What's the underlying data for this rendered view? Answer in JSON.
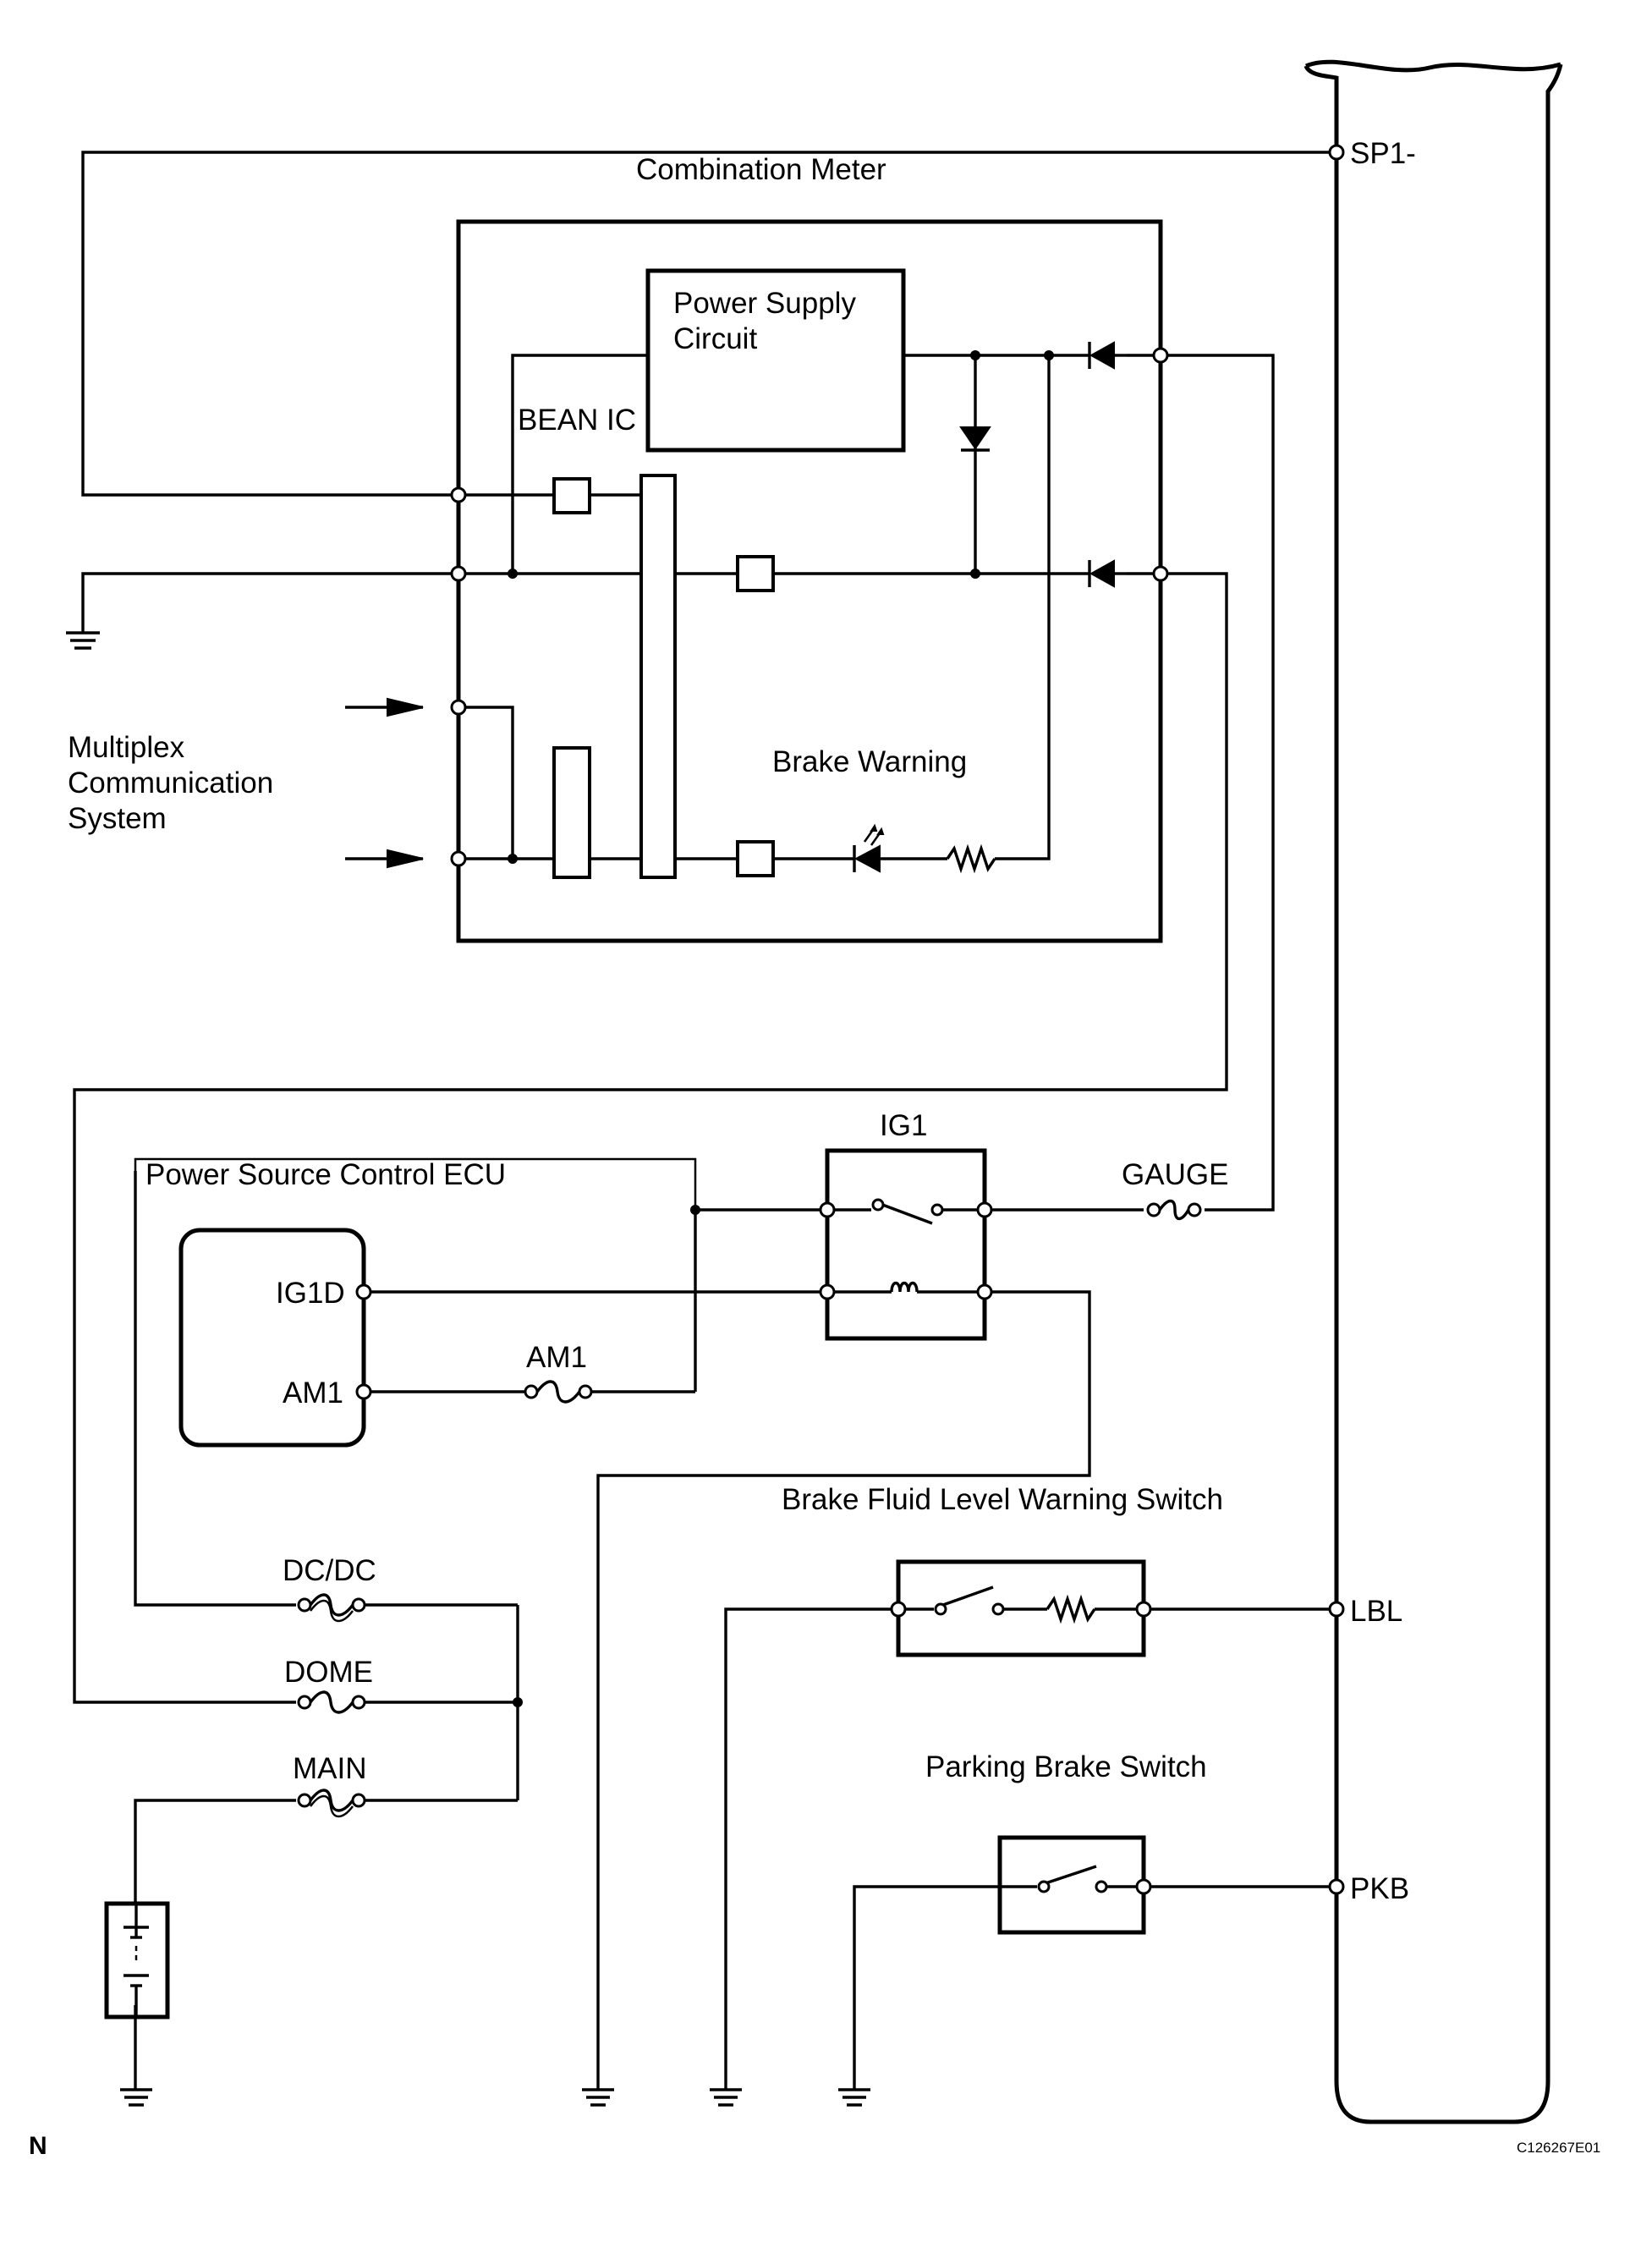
{
  "labels": {
    "combination_meter": "Combination Meter",
    "power_supply_line1": "Power Supply",
    "power_supply_line2": "Circuit",
    "bean_ic": "BEAN IC",
    "multiplex_line1": "Multiplex",
    "multiplex_line2": "Communication",
    "multiplex_line3": "System",
    "brake_warning": "Brake Warning",
    "ig1": "IG1",
    "power_source_ecu": "Power Source Control ECU",
    "gauge": "GAUGE",
    "ig1d": "IG1D",
    "am1_terminal": "AM1",
    "am1_fuse": "AM1",
    "brake_fluid_switch": "Brake Fluid Level Warning Switch",
    "dcdc": "DC/DC",
    "dome": "DOME",
    "main": "MAIN",
    "parking_brake_switch": "Parking Brake Switch"
  },
  "connector_pins": {
    "sp1": "SP1-",
    "lbl": "LBL",
    "pkb": "PKB"
  },
  "footer": {
    "corner_mark": "N",
    "figure_code": "C126267E01"
  }
}
